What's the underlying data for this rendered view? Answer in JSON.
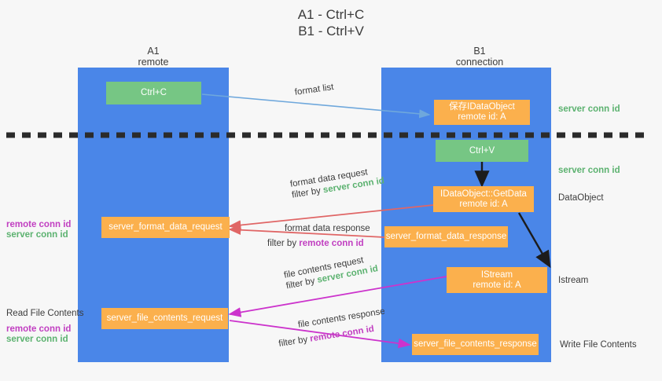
{
  "title": {
    "line1": "A1 - Ctrl+C",
    "line2": "B1 - Ctrl+V"
  },
  "columns": [
    {
      "name": "A1",
      "sub": "remote"
    },
    {
      "name": "B1",
      "sub": "connection"
    }
  ],
  "nodes": {
    "ctrl_c": {
      "label": "Ctrl+C"
    },
    "ctrl_v": {
      "label": "Ctrl+V"
    },
    "save_dataobject": {
      "line1": "保存IDataObject",
      "line2": "remote id: A"
    },
    "getdata": {
      "line1": "IDataObject::GetData",
      "line2": "remote id: A"
    },
    "istream": {
      "line1": "IStream",
      "line2": "remote id: A"
    },
    "server_format_data_request": {
      "label": "server_format_data_request"
    },
    "server_format_data_response": {
      "label": "server_format_data_response"
    },
    "server_file_contents_request": {
      "label": "server_file_contents_request"
    },
    "server_file_contents_response": {
      "label": "server_file_contents_response"
    }
  },
  "edges": {
    "format_list": {
      "label": "format list"
    },
    "format_data_request": {
      "label": "format data request",
      "filter_prefix": "filter by ",
      "filter_value": "server conn id"
    },
    "format_data_response": {
      "label": "format data response",
      "filter_prefix": "filter by ",
      "filter_value": "remote conn id"
    },
    "file_contents_request": {
      "label": "file contents request",
      "filter_prefix": "filter by ",
      "filter_value": "server conn id"
    },
    "file_contents_response": {
      "label": "file contents response",
      "filter_prefix": "filter by ",
      "filter_value": "remote conn id"
    }
  },
  "left_labels": {
    "group1_remote": "remote conn id",
    "group1_server": "server conn id",
    "read_file_contents": "Read File Contents",
    "group2_remote": "remote conn id",
    "group2_server": "server conn id"
  },
  "right_labels": {
    "server_conn_id_top": "server conn id",
    "server_conn_id_mid": "server conn id",
    "dataobject": "DataObject",
    "istream": "Istream",
    "write_file_contents": "Write File Contents"
  },
  "colors": {
    "lane": "#4a86e8",
    "green_node": "#76c684",
    "orange_node": "#fbb04d",
    "green_text": "#5cb270",
    "magenta_text": "#c13fc1",
    "arrow_blue": "#6fa8dc",
    "arrow_red": "#e06666",
    "arrow_magenta": "#cc33cc",
    "arrow_black": "#1c1c1c",
    "background": "#f7f7f7"
  }
}
